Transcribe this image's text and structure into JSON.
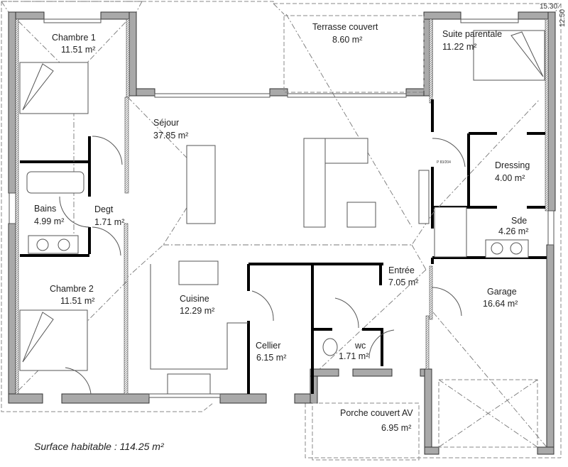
{
  "plan": {
    "dimensions": {
      "width": "15.30",
      "depth": "12.50"
    },
    "door_ref": "P 83/204",
    "rooms": {
      "chambre1": {
        "name": "Chambre 1",
        "area": "11.51 m²"
      },
      "terrasse": {
        "name": "Terrasse couvert",
        "area": "8.60 m²"
      },
      "suite": {
        "name": "Suite parentale",
        "area": "11.22 m²"
      },
      "sejour": {
        "name": "Séjour",
        "area": "37.85 m²"
      },
      "dressing": {
        "name": "Dressing",
        "area": "4.00 m²"
      },
      "sde": {
        "name": "Sde",
        "area": "4.26 m²"
      },
      "bains": {
        "name": "Bains",
        "area": "4.99 m²"
      },
      "degt": {
        "name": "Degt",
        "area": "1.71 m²"
      },
      "chambre2": {
        "name": "Chambre 2",
        "area": "11.51 m²"
      },
      "cuisine": {
        "name": "Cuisine",
        "area": "12.29 m²"
      },
      "entree": {
        "name": "Entrée",
        "area": "7.05 m²"
      },
      "garage": {
        "name": "Garage",
        "area": "16.64 m²"
      },
      "cellier": {
        "name": "Cellier",
        "area": "6.15 m²"
      },
      "wc": {
        "name": "wc",
        "area": "1.71 m²"
      },
      "porche": {
        "name": "Porche couvert AV",
        "area": "6.95 m²"
      }
    },
    "surface_habitable": "Surface habitable : 114.25 m²"
  }
}
